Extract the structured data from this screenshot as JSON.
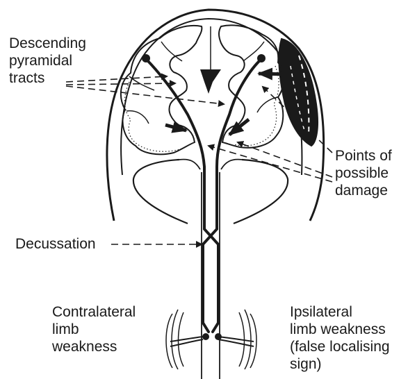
{
  "labels": {
    "descending_tracts": [
      "Descending",
      "pyramidal",
      "tracts"
    ],
    "points_of_damage": [
      "Points of",
      "possible",
      "damage"
    ],
    "decussation": "Decussation",
    "contralateral": [
      "Contralateral",
      "limb",
      "weakness"
    ],
    "ipsilateral": [
      "Ipsilateral",
      "limb weakness",
      "(false localising",
      "sign)"
    ]
  },
  "colors": {
    "ink": "#1a1a1a",
    "background": "#ffffff",
    "haematoma": "#1a1a1a"
  }
}
